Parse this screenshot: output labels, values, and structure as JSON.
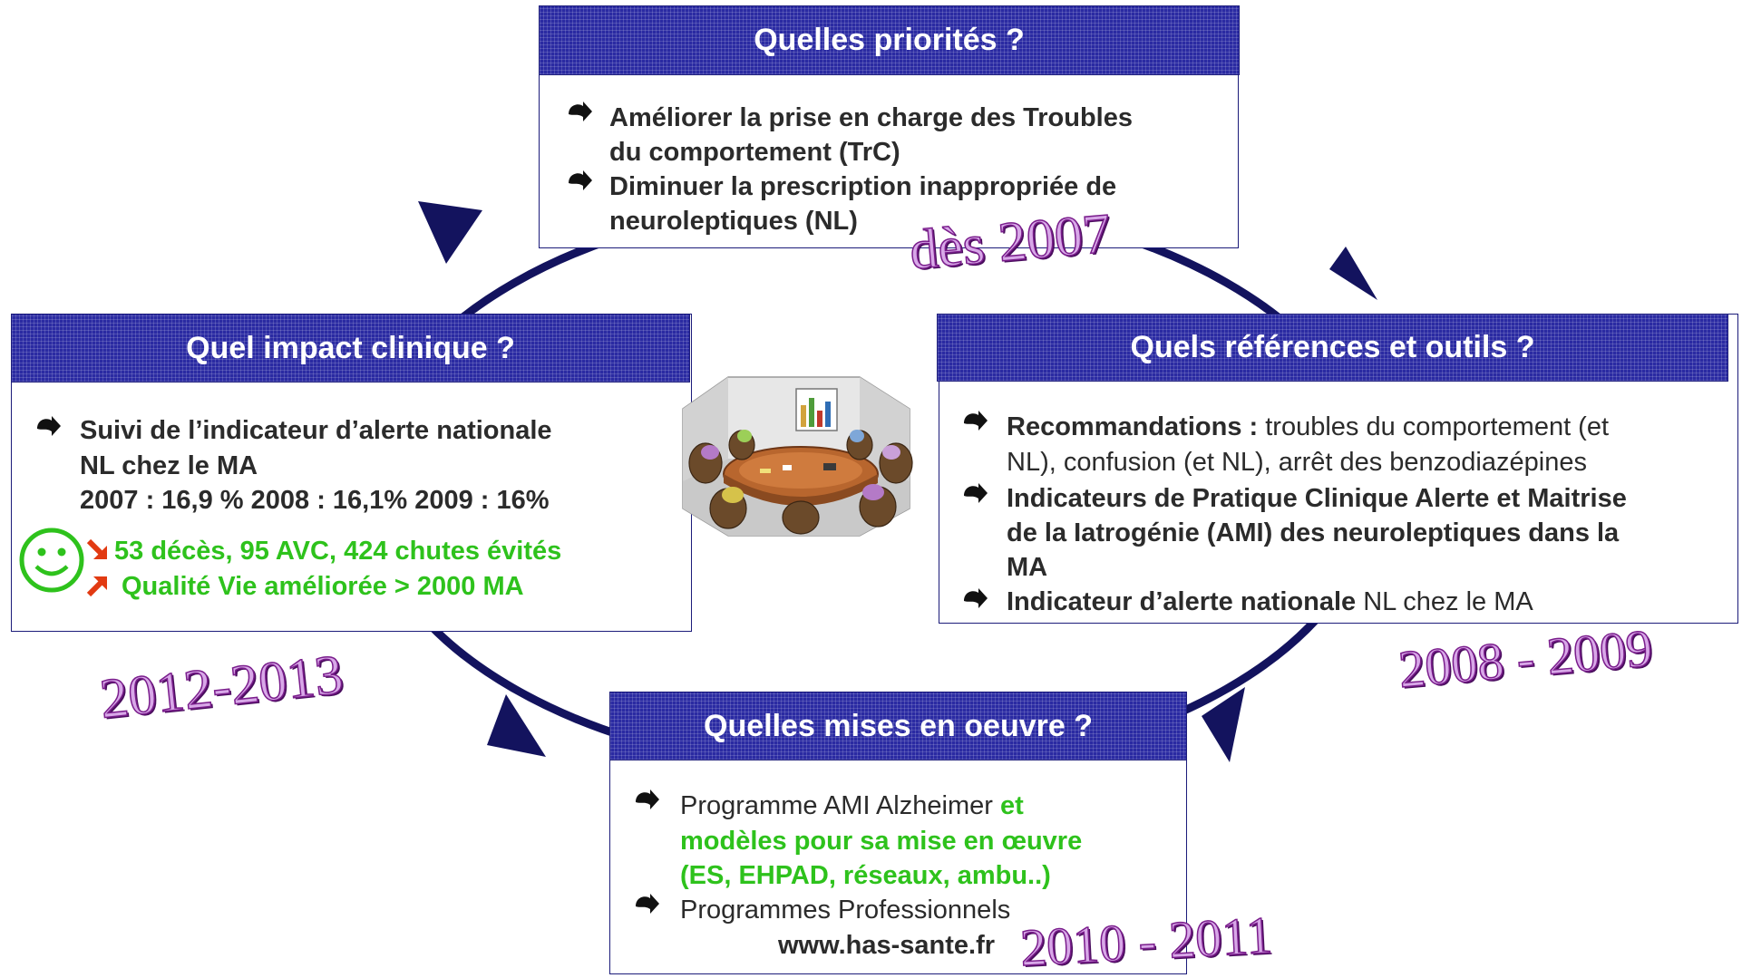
{
  "top": {
    "title": "Quelles priorités ?",
    "lines": [
      "Améliorer la prise en charge des Troubles",
      "du comportement (TrC)",
      "Diminuer la prescription inappropriée de",
      "neuroleptiques (NL)"
    ],
    "date": "dès 2007"
  },
  "right": {
    "title": "Quels références et outils ?",
    "l1_bold": "Recommandations :",
    "l1_normal": " troubles du comportement (et",
    "l2": "NL), confusion (et NL), arrêt des benzodiazépines",
    "l3": "Indicateurs de Pratique Clinique Alerte et Maitrise",
    "l4": "de la Iatrogénie (AMI) des neuroleptiques dans la",
    "l5": "MA",
    "l6_bold": "Indicateur d’alerte nationale",
    "l6_normal": " NL chez le MA",
    "date": "2008 - 2009"
  },
  "bottom": {
    "title": "Quelles mises en oeuvre ?",
    "l1_normal": "Programme AMI Alzheimer ",
    "l1_green": "et",
    "l2": "modèles pour sa mise en œuvre",
    "l3": "(ES, EHPAD, réseaux, ambu..)",
    "l4": "Programmes Professionnels",
    "l5": "www.has-sante.fr",
    "date": "2010 - 2011"
  },
  "left": {
    "title": "Quel impact clinique ?",
    "l1": "Suivi de l’indicateur d’alerte nationale",
    "l2": "NL chez le MA",
    "l3": "2007 : 16,9 %   2008 : 16,1%   2009 : 16%",
    "l4": "53 décès, 95 AVC, 424 chutes évités",
    "l5": "Qualité Vie améliorée > 2000 MA",
    "date": "2012-2013"
  },
  "colors": {
    "cycle": "#13135e",
    "header": "#2a2aa2",
    "green": "#2ec21c",
    "red_arrow": "#e23a12",
    "date_fill": "#d8a8e8",
    "date_stroke": "#7a1d8c"
  },
  "icons": [
    "bullet-arrow-icon",
    "smiley-icon",
    "arrow-down-icon",
    "arrow-up-icon",
    "meeting-room-image"
  ]
}
